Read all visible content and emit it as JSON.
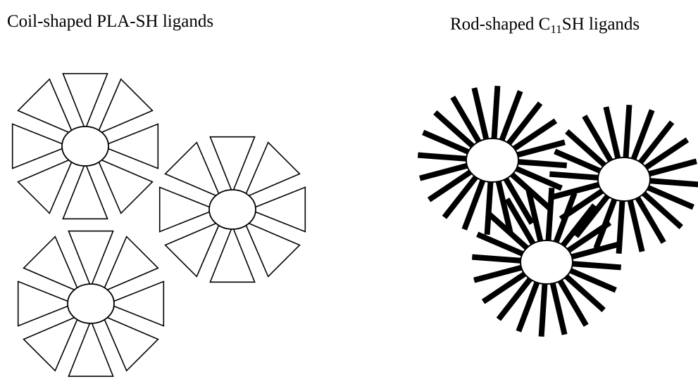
{
  "labels": {
    "coil": "Coil-shaped  PLA-SH  ligands",
    "rod_prefix": "Rod-shaped  C",
    "rod_subscript": "11",
    "rod_suffix": "SH ligands"
  },
  "colors": {
    "stroke": "#000000",
    "fill": "#ffffff"
  }
}
